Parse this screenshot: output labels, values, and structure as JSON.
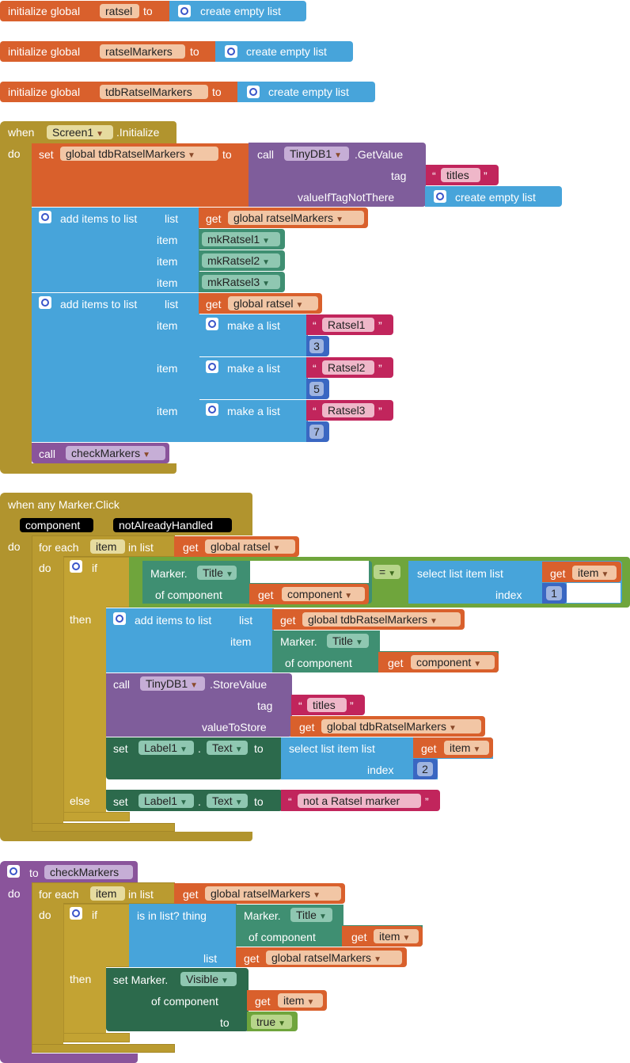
{
  "init": [
    {
      "label": "initialize global",
      "var": "ratsel",
      "to": "to",
      "value": "create empty list"
    },
    {
      "label": "initialize global",
      "var": "ratselMarkers",
      "to": "to",
      "value": "create empty list"
    },
    {
      "label": "initialize global",
      "var": "tdbRatselMarkers",
      "to": "to",
      "value": "create empty list"
    }
  ],
  "screen_init": {
    "when": "when",
    "component": "Screen1",
    "event": ".Initialize",
    "do": "do",
    "set": "set",
    "set_var": "global tdbRatselMarkers",
    "to": "to",
    "call": "call",
    "db": "TinyDB1",
    "method": ".GetValue",
    "tag": "tag",
    "tag_value": "titles",
    "value_if": "valueIfTagNotThere",
    "empty_list": "create empty list",
    "add_items": "add items to list",
    "list": "list",
    "get": "get",
    "list1": "global ratselMarkers",
    "item": "item",
    "markers": [
      "mkRatsel1",
      "mkRatsel2",
      "mkRatsel3"
    ],
    "list2": "global ratsel",
    "make_list": "make a list",
    "ratsels": [
      {
        "name": "Ratsel1",
        "num": "3"
      },
      {
        "name": "Ratsel2",
        "num": "5"
      },
      {
        "name": "Ratsel3",
        "num": "7"
      }
    ],
    "call_check": "checkMarkers"
  },
  "marker_click": {
    "title": "when any Marker.Click",
    "param1": "component",
    "param2": "notAlreadyHandled",
    "do": "do",
    "foreach": "for each",
    "item": "item",
    "in_list": "in list",
    "get": "get",
    "list": "global ratsel",
    "if": "if",
    "marker": "Marker.",
    "title_prop": "Title",
    "of_component": "of component",
    "component": "component",
    "eq": "=",
    "select": "select list item  list",
    "index": "index",
    "index1": "1",
    "then": "then",
    "add_items": "add items to list",
    "list_lbl": "list",
    "list_var": "global tdbRatselMarkers",
    "item_lbl": "item",
    "call": "call",
    "db": "TinyDB1",
    "store": ".StoreValue",
    "tag": "tag",
    "titles": "titles",
    "value_to_store": "valueToStore",
    "set": "set",
    "label1": "Label1",
    "dot": ".",
    "text": "Text",
    "to": "to",
    "select2": "select list item  list",
    "index2": "2",
    "else": "else",
    "not_marker": "not a Ratsel marker"
  },
  "check_markers": {
    "to": "to",
    "name": "checkMarkers",
    "do": "do",
    "foreach": "for each",
    "item": "item",
    "in_list": "in list",
    "get": "get",
    "list": "global ratselMarkers",
    "if": "if",
    "is_in_list": "is in list? thing",
    "marker": "Marker.",
    "title_prop": "Title",
    "of_component": "of component",
    "list_lbl": "list",
    "then": "then",
    "set_marker": "set Marker.",
    "visible": "Visible",
    "to_lbl": "to",
    "true_val": "true"
  }
}
